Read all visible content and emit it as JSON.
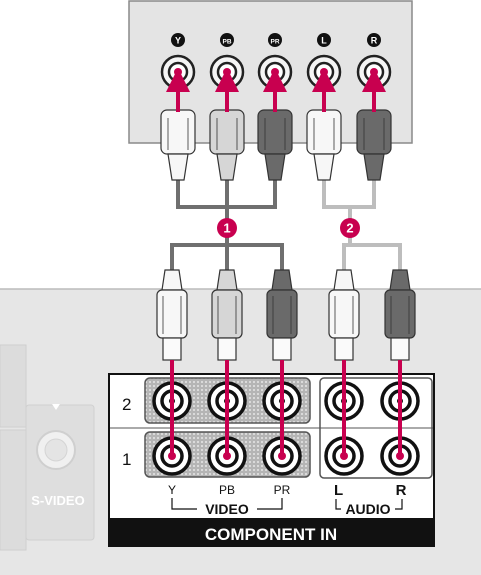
{
  "source_jacks": [
    {
      "id": "y",
      "label": "Y"
    },
    {
      "id": "pb",
      "label": "PB"
    },
    {
      "id": "pr",
      "label": "PR"
    },
    {
      "id": "l",
      "label": "L"
    },
    {
      "id": "r",
      "label": "R"
    }
  ],
  "steps": [
    {
      "id": "step-1",
      "label": "1"
    },
    {
      "id": "step-2",
      "label": "2"
    }
  ],
  "panel": {
    "row_labels": [
      "2",
      "1"
    ],
    "video_jack_labels": [
      "Y",
      "PB",
      "PR"
    ],
    "video_group_label": "VIDEO",
    "audio_jack_labels": [
      "L",
      "R"
    ],
    "audio_group_label": "AUDIO",
    "footer_label": "COMPONENT IN",
    "svideo_label": "S-VIDEO"
  },
  "colors": {
    "arrow": "#c8004f",
    "step_badge": "#c8004f",
    "cable_dark": "#6f6f6f",
    "cable_light": "#bdbdbd",
    "panel_dark": "#111111"
  }
}
